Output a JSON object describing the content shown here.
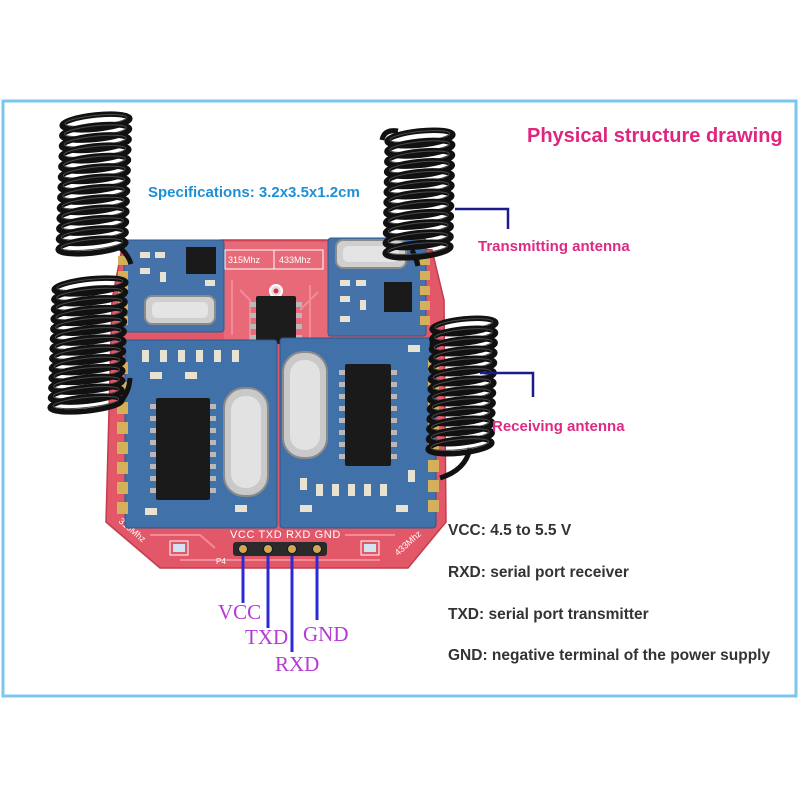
{
  "title": "Physical structure drawing",
  "specifications": "Specifications: 3.2x3.5x1.2cm",
  "callouts": {
    "transmitting_antenna": "Transmitting antenna",
    "receiving_antenna": "Receiving antenna"
  },
  "pin_descriptions": [
    "VCC: 4.5 to 5.5 V",
    "RXD: serial port receiver",
    "TXD: serial port transmitter",
    "GND: negative terminal of the power supply"
  ],
  "pin_labels": {
    "vcc": "VCC",
    "txd": "TXD",
    "rxd": "RXD",
    "gnd": "GND"
  },
  "board_silkscreen": {
    "top_left_freq": "315Mhz",
    "top_right_freq": "433Mhz",
    "bottom_left_freq": "315Mhz",
    "bottom_right_freq": "433Mhz",
    "pin_row": "VCC TXD RXD GND",
    "connector_ref": "P4"
  },
  "colors": {
    "title": "#e0257f",
    "specifications": "#1e8fd6",
    "callout": "#dd2a84",
    "description": "#333333",
    "pin_label": "#b53ad6",
    "leader_line": "#1b1b8a",
    "pin_line": "#2b2bd6",
    "frame": "#7cc7ee",
    "pcb": "#e35868",
    "module": "#4171a9",
    "antenna": "#111111"
  }
}
